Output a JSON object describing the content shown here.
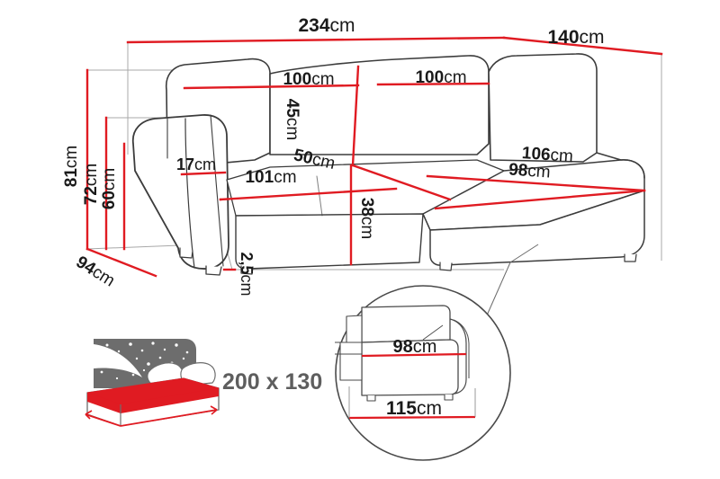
{
  "diagram": {
    "type": "furniture-dimension-drawing",
    "product": "corner-sofa-bed",
    "colors": {
      "dimension_red": "#e01b22",
      "outline_dark": "#3c3c3c",
      "guide_gray": "#9a9a9a",
      "bed_icon_gray": "#6d6d6d",
      "label_black": "#1a1a1a",
      "bed_label_gray": "#5e5e5e",
      "background": "#ffffff"
    },
    "unit": "cm"
  },
  "dimensions": {
    "overall_width": {
      "value": "234",
      "unit": "cm",
      "name": "total-width"
    },
    "side_depth": {
      "value": "140",
      "unit": "cm",
      "name": "chaise-depth"
    },
    "backrest_left": {
      "value": "100",
      "unit": "cm",
      "name": "left-backrest-width"
    },
    "backrest_right": {
      "value": "100",
      "unit": "cm",
      "name": "right-backrest-width"
    },
    "backrest_height": {
      "value": "45",
      "unit": "cm",
      "name": "backrest-height"
    },
    "seat_depth_diag": {
      "value": "50",
      "unit": "cm",
      "name": "seat-depth"
    },
    "seat_width": {
      "value": "101",
      "unit": "cm",
      "name": "seat-width"
    },
    "armrest_width": {
      "value": "17",
      "unit": "cm",
      "name": "armrest-width"
    },
    "seat_height_front": {
      "value": "38",
      "unit": "cm",
      "name": "seat-front-height"
    },
    "ground_clearance": {
      "value": "2,5",
      "unit": "cm",
      "name": "leg-height"
    },
    "total_height": {
      "value": "81",
      "unit": "cm",
      "name": "total-height"
    },
    "back_height": {
      "value": "72",
      "unit": "cm",
      "name": "back-height"
    },
    "arm_height": {
      "value": "60",
      "unit": "cm",
      "name": "arm-height"
    },
    "total_depth": {
      "value": "94",
      "unit": "cm",
      "name": "total-depth"
    },
    "chaise_top": {
      "value": "106",
      "unit": "cm",
      "name": "chaise-top-length"
    },
    "chaise_seat": {
      "value": "98",
      "unit": "cm",
      "name": "chaise-seat-length"
    }
  },
  "detail_callout": {
    "name": "end-view-detail",
    "seat_width": {
      "value": "98",
      "unit": "cm"
    },
    "overall_width": {
      "value": "115",
      "unit": "cm"
    }
  },
  "bed_icon": {
    "name": "sleeping-area-icon",
    "size_label": "200 x 130",
    "description": "bed with starry headboard"
  }
}
